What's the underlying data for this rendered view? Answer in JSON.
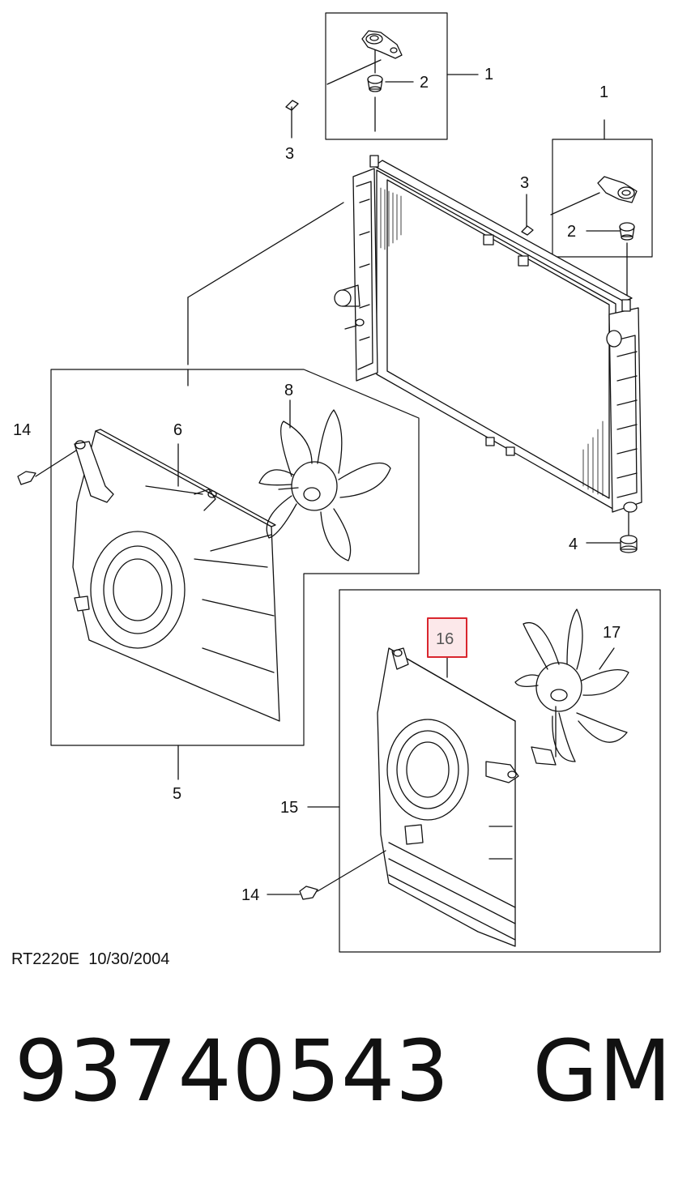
{
  "diagram": {
    "callouts": {
      "c1_top": "1",
      "c2_top": "2",
      "c3_left": "3",
      "c1_right": "1",
      "c3_right": "3",
      "c2_right": "2",
      "c4": "4",
      "c14_left": "14",
      "c6": "6",
      "c8": "8",
      "c5": "5",
      "c16": "16",
      "c17": "17",
      "c15": "15",
      "c14_bottom": "14"
    },
    "highlight_color": "#d9262e"
  },
  "footer": {
    "drawing_code": "RT2220E  10/30/2004",
    "part_number": "93740543",
    "brand": "GM"
  }
}
